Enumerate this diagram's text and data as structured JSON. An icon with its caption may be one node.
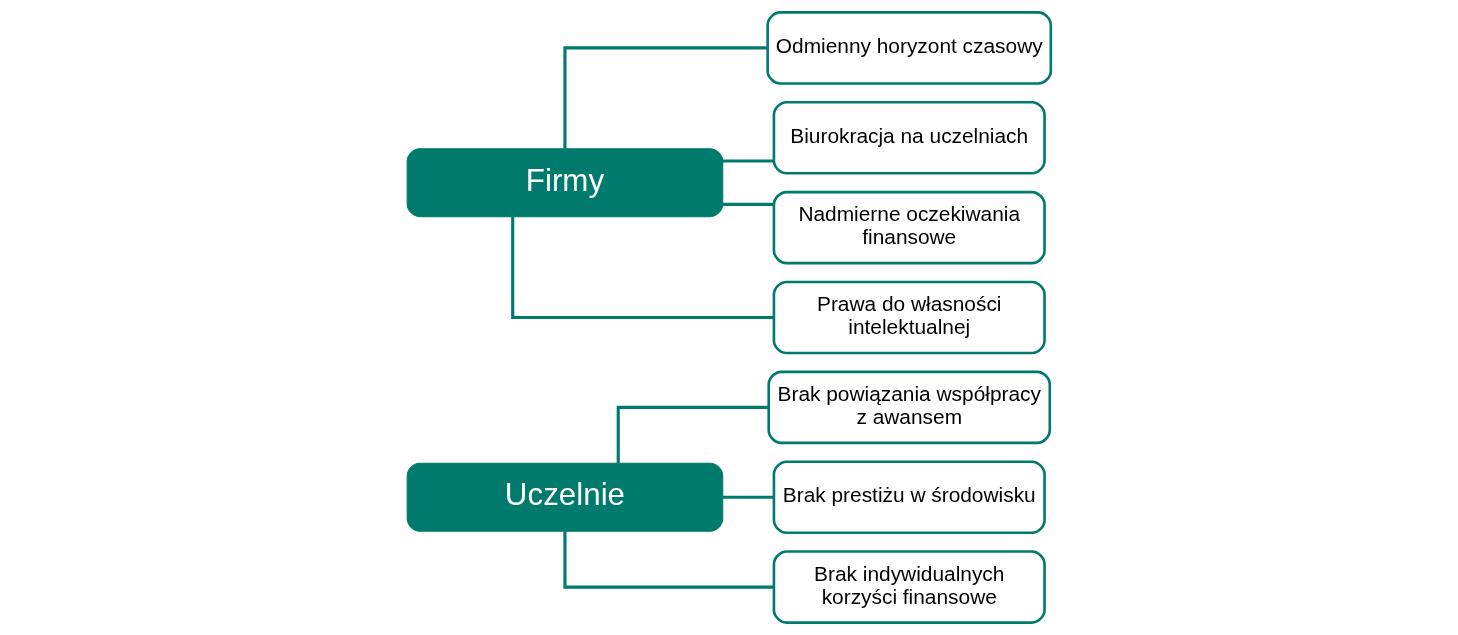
{
  "diagram": {
    "nodes": [
      {
        "text": [
          "Uczelnie"
        ]
      },
      {
        "text": [
          "Brak powiązania współpracy z awansem"
        ]
      },
      {
        "text": [
          "Brak prestiżu w środowisku"
        ]
      },
      {
        "text": [
          "Brak indywidualnych korzyści finansowe"
        ]
      },
      {
        "text": [
          "Firmy"
        ]
      },
      {
        "text": [
          "Odmienny horyzont czasowy"
        ]
      },
      {
        "text": [
          "Biurokracja na uczelniach"
        ]
      },
      {
        "text": [
          "Nadmierne oczekiwania finansowe"
        ]
      },
      {
        "text": [
          "Prawa do własności intelektualnej"
        ]
      }
    ],
    "edges": [
      {
        "from": 0,
        "to": 1,
        "arrow": "none"
      },
      {
        "from": 0,
        "to": 2,
        "arrow": "none"
      },
      {
        "from": 0,
        "to": 3,
        "arrow": "none"
      },
      {
        "from": 4,
        "to": 5,
        "arrow": "none"
      },
      {
        "from": 4,
        "to": 6,
        "arrow": "none"
      },
      {
        "from": 4,
        "to": 7,
        "arrow": "none"
      },
      {
        "from": 4,
        "to": 8,
        "arrow": "none"
      }
    ]
  }
}
